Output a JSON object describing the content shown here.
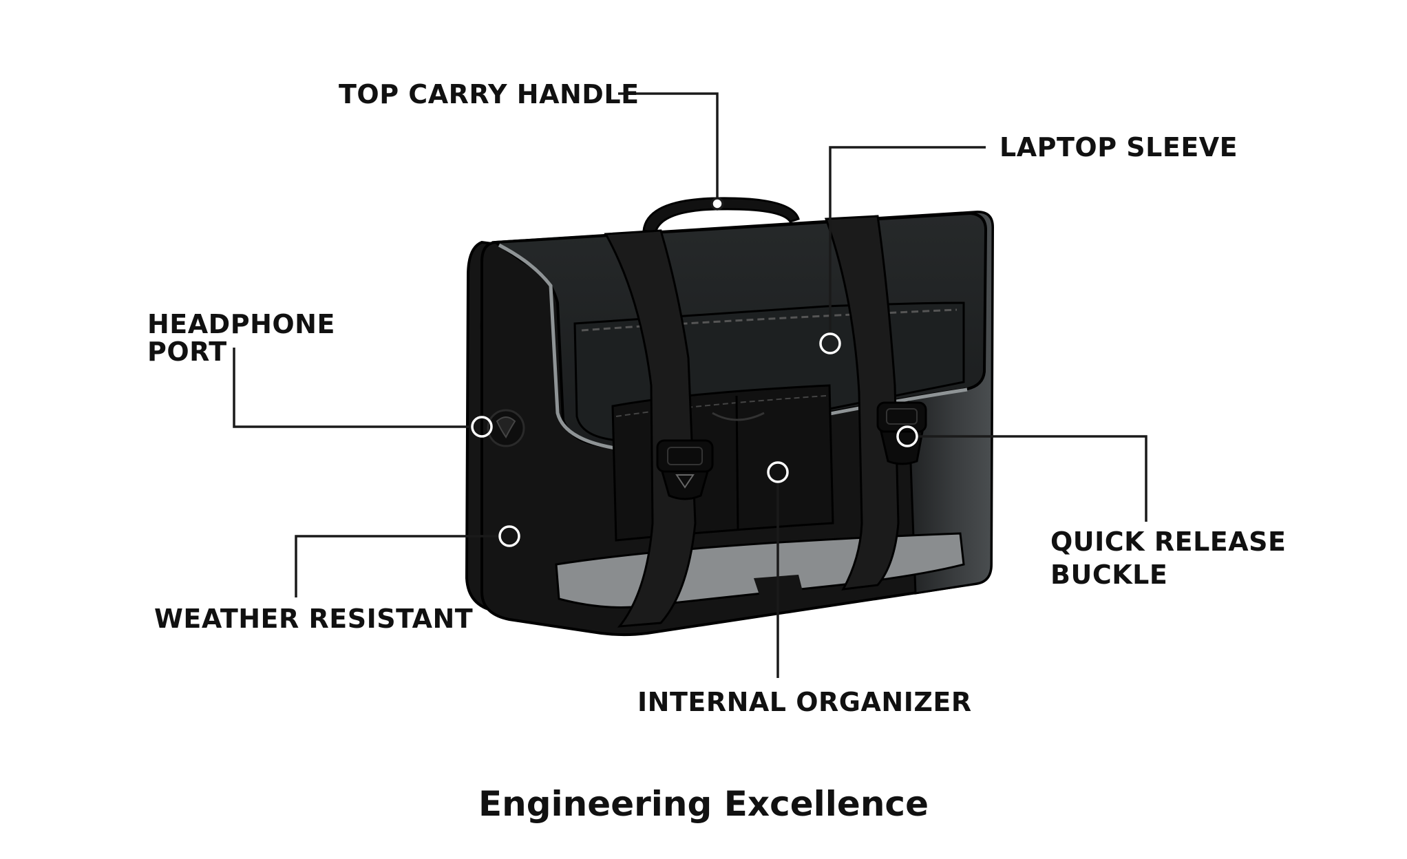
{
  "callouts": {
    "top_carry_handle": "TOP CARRY HANDLE",
    "laptop_sleeve": "LAPTOP SLEEVE",
    "headphone_port_line1": "HEADPHONE",
    "headphone_port_line2": "PORT",
    "weather_resistant": "WEATHER RESISTANT",
    "quick_release_line1": "QUICK RELEASE",
    "quick_release_line2": "BUCKLE",
    "internal_organizer": "INTERNAL ORGANIZER"
  },
  "footer": {
    "tagline": "Engineering Excellence"
  },
  "colors": {
    "bag_body": "#141414",
    "bag_side": "#2a2c2d",
    "flap": "#232627",
    "strap": "#1b1b1b",
    "trim": "#8f9496",
    "interior_gray": "#8a8d8f",
    "text": "#111111"
  }
}
